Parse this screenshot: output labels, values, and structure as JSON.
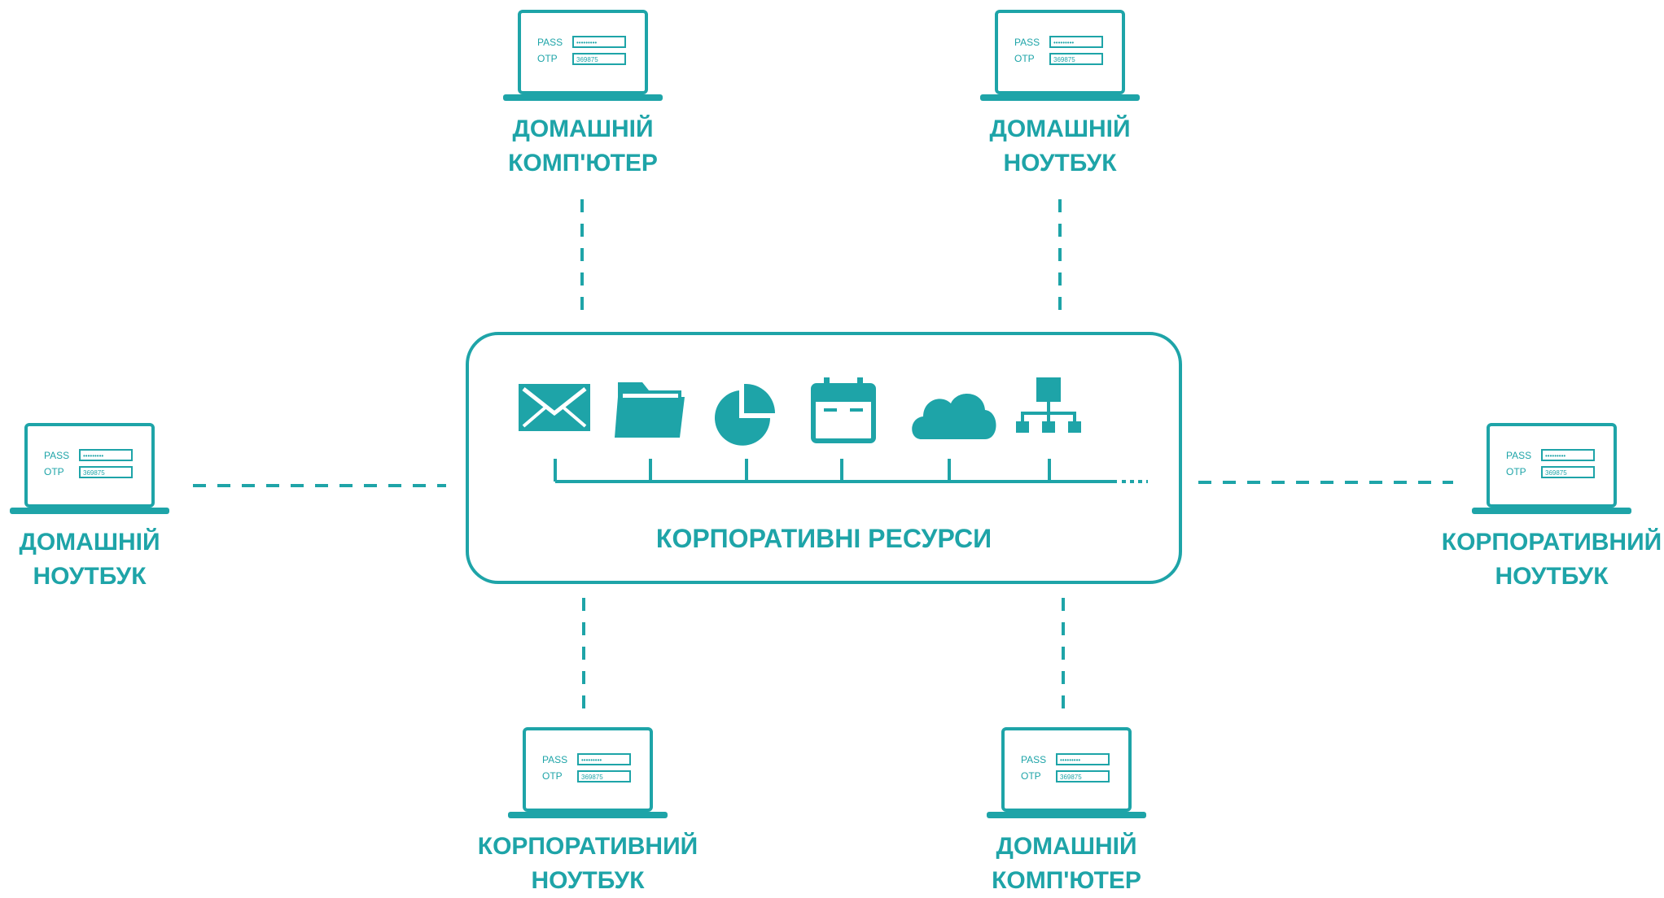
{
  "hub": {
    "title": "КОРПОРАТИВНІ РЕСУРСИ",
    "resources": [
      {
        "icon": "mail-icon"
      },
      {
        "icon": "folder-icon"
      },
      {
        "icon": "pie-chart-icon"
      },
      {
        "icon": "calendar-icon"
      },
      {
        "icon": "cloud-icon"
      },
      {
        "icon": "network-hierarchy-icon"
      }
    ]
  },
  "screen": {
    "pass_label": "PASS",
    "otp_label": "OTP",
    "pass_value": "•••••••••",
    "otp_value": "369875"
  },
  "devices": {
    "top_left": {
      "line1": "ДОМАШНІЙ",
      "line2": "КОМП'ЮТЕР"
    },
    "top_right": {
      "line1": "ДОМАШНІЙ",
      "line2": "НОУТБУК"
    },
    "left": {
      "line1": "ДОМАШНІЙ",
      "line2": "НОУТБУК"
    },
    "right": {
      "line1": "КОРПОРАТИВНИЙ",
      "line2": "НОУТБУК"
    },
    "bottom_left": {
      "line1": "КОРПОРАТИВНИЙ",
      "line2": "НОУТБУК"
    },
    "bottom_right": {
      "line1": "ДОМАШНІЙ",
      "line2": "КОМП'ЮТЕР"
    }
  },
  "colors": {
    "accent": "#1ea4a8",
    "background": "#ffffff"
  }
}
